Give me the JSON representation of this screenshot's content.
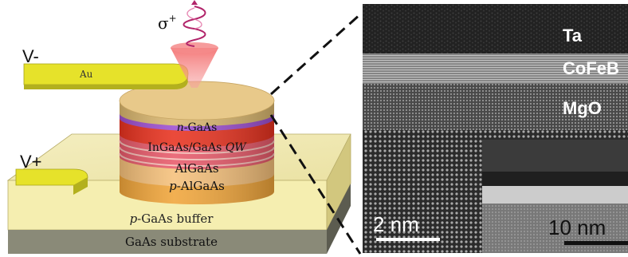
{
  "schematic": {
    "labels": {
      "polarization": "σ",
      "polarization_sup": "+",
      "gate_minus": "V-",
      "gate_plus": "V+",
      "contact_metal": "Au"
    },
    "pillar_layers": [
      {
        "label": "n-GaAs",
        "italic_prefix": "n",
        "rest": "-GaAs",
        "color": "#e8321f"
      },
      {
        "label": "InGaAs/GaAs QW",
        "italic_prefix": "",
        "rest": "InGaAs/GaAs ",
        "italic_suffix": "QW",
        "color": "#e85a6a"
      },
      {
        "label": "AlGaAs",
        "italic_prefix": "",
        "rest": "AlGaAs",
        "color": "#f5c07a"
      },
      {
        "label": "p-AlGaAs",
        "italic_prefix": "p",
        "rest": "-AlGaAs",
        "color": "#f0a53a"
      }
    ],
    "slab_layers": [
      {
        "label": "p-GaAs buffer",
        "italic_prefix": "p",
        "rest": "-GaAs buffer",
        "color": "#f5eeb0"
      },
      {
        "label": "GaAs substrate",
        "italic_prefix": "",
        "rest": "GaAs substrate",
        "color": "#8a8a78"
      }
    ],
    "colors": {
      "top_metal": "#e8c98a",
      "contact_pad": "#e6e22a",
      "mgo_stripe": "#9d4fd0",
      "cone": "#f47a7a"
    }
  },
  "tem": {
    "layer_labels": [
      "Ta",
      "CoFeB",
      "MgO"
    ],
    "scalebar_main": "2 nm",
    "scalebar_inset": "10 nm"
  }
}
